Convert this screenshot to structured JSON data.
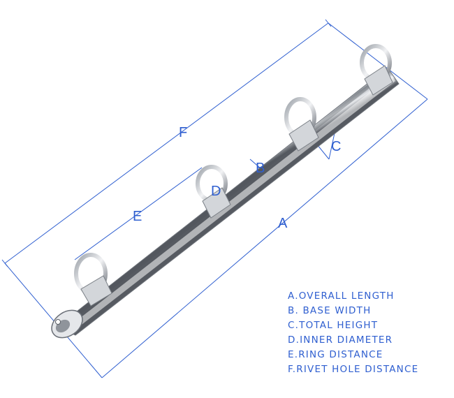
{
  "colors": {
    "annotation": "#2f5fd0",
    "metal_dark": "#6f737a",
    "metal_mid": "#b9bdc3",
    "metal_light": "#f4f5f7",
    "background": "#ffffff"
  },
  "dimension_labels": {
    "a": "A",
    "b": "B",
    "c": "C",
    "d": "D",
    "e": "E",
    "f": "F"
  },
  "legend": [
    "A.OVERALL LENGTH",
    "B. BASE WIDTH",
    "C.TOTAL HEIGHT",
    "D.INNER DIAMETER",
    "E.RING DISTANCE",
    "F.RIVET HOLE DISTANCE"
  ]
}
